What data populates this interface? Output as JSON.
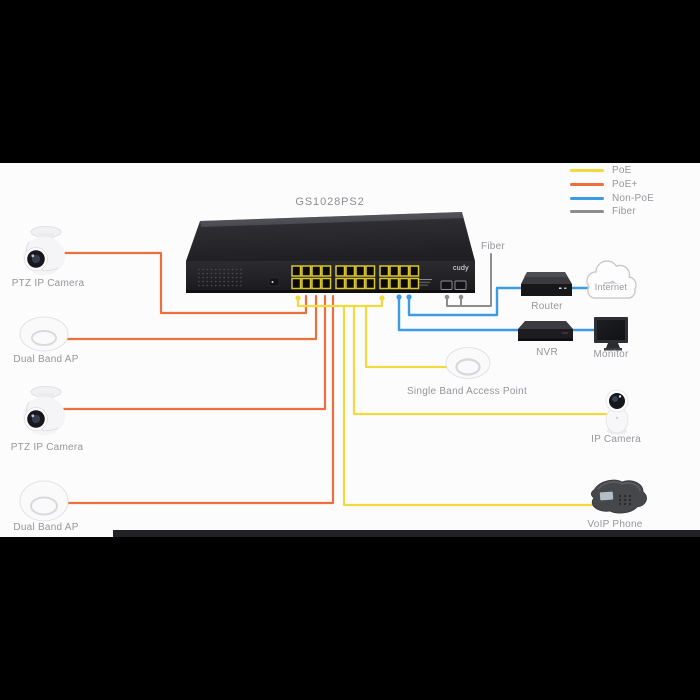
{
  "title": "GS1028PS2",
  "switch": {
    "model": "GS1028PS2",
    "brand": "cudy",
    "rj45_ports": 24,
    "sfp_ports": 2
  },
  "legend": {
    "items": [
      {
        "label": "PoE",
        "color": "#f2d93e"
      },
      {
        "label": "PoE+",
        "color": "#ed6f3e"
      },
      {
        "label": "Non-PoE",
        "color": "#3b9ce4"
      },
      {
        "label": "Fiber",
        "color": "#8d8d90"
      }
    ]
  },
  "fiber_label": "Fiber",
  "devices": {
    "ptz_camera_1": {
      "label": "PTZ IP Camera"
    },
    "dual_band_ap_1": {
      "label": "Dual Band AP"
    },
    "ptz_camera_2": {
      "label": "PTZ IP Camera"
    },
    "dual_band_ap_2": {
      "label": "Dual Band AP"
    },
    "single_band_ap": {
      "label": "Single Band Access Point"
    },
    "ip_camera": {
      "label": "IP Camera"
    },
    "voip_phone": {
      "label": "VoIP Phone"
    },
    "router": {
      "label": "Router"
    },
    "internet": {
      "label": "Internet"
    },
    "nvr": {
      "label": "NVR"
    },
    "monitor": {
      "label": "Monitor"
    }
  },
  "connections": [
    {
      "from": "GS1028PS2",
      "to": "PTZ IP Camera (top left)",
      "type": "PoE+"
    },
    {
      "from": "GS1028PS2",
      "to": "Dual Band AP (top left)",
      "type": "PoE+"
    },
    {
      "from": "GS1028PS2",
      "to": "PTZ IP Camera (bottom left)",
      "type": "PoE+"
    },
    {
      "from": "GS1028PS2",
      "to": "Dual Band AP (bottom left)",
      "type": "PoE+"
    },
    {
      "from": "GS1028PS2",
      "to": "Single Band Access Point",
      "type": "PoE"
    },
    {
      "from": "GS1028PS2",
      "to": "IP Camera",
      "type": "PoE"
    },
    {
      "from": "GS1028PS2",
      "to": "VoIP Phone",
      "type": "PoE"
    },
    {
      "from": "GS1028PS2",
      "to": "Router",
      "type": "Non-PoE"
    },
    {
      "from": "GS1028PS2",
      "to": "NVR",
      "type": "Non-PoE"
    },
    {
      "from": "Router",
      "to": "Internet",
      "type": "Non-PoE"
    },
    {
      "from": "NVR",
      "to": "Monitor",
      "type": "Non-PoE"
    },
    {
      "from": "GS1028PS2",
      "to": "Fiber uplink (SFP)",
      "type": "Fiber"
    }
  ]
}
